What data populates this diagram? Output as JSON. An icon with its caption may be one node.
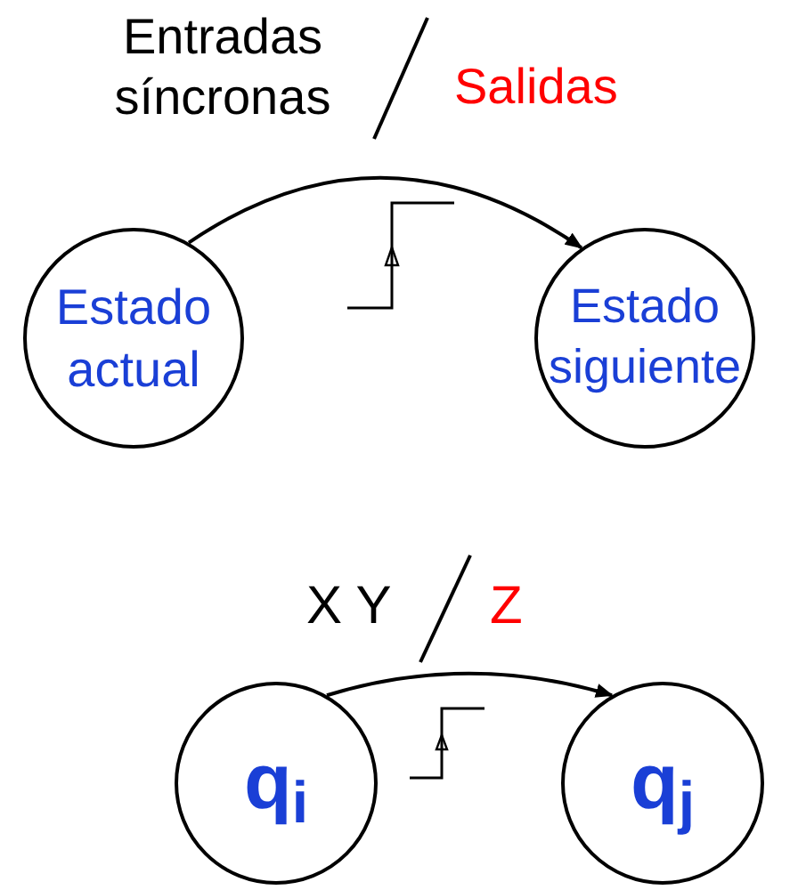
{
  "diagram": {
    "nodes": [
      {
        "text": [
          "Estado actual"
        ]
      },
      {
        "text": [
          "Estado siguiente"
        ]
      },
      {
        "text": [
          "q$_{i}$"
        ]
      },
      {
        "text": [
          "q$_{j}$"
        ]
      }
    ],
    "edges": [
      {
        "from": 0,
        "to": 1,
        "arrow": "to"
      },
      {
        "from": 2,
        "to": 3,
        "arrow": "to"
      }
    ],
    "labels": [
      "Entradas síncronas",
      "Salidas",
      "X Y",
      "Z"
    ]
  }
}
